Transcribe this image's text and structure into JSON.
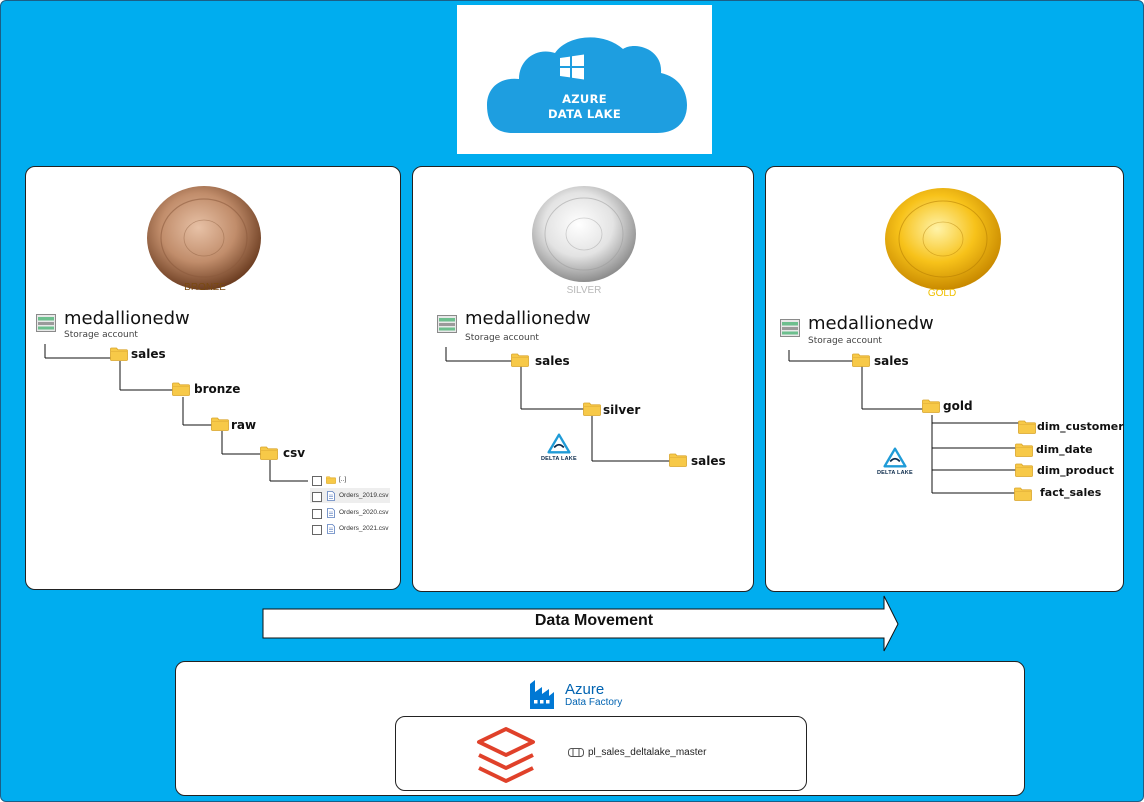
{
  "header": {
    "line1": "AZURE",
    "line2": "DATA LAKE"
  },
  "bronze": {
    "label": "BRONZE",
    "label_color": "#7a4a12",
    "storage_name": "medallionedw",
    "storage_type": "Storage account",
    "folders": {
      "sales": "sales",
      "bronze": "bronze",
      "raw": "raw",
      "csv": "csv"
    },
    "parent_entry": "[..]",
    "files": [
      "Orders_2019.csv",
      "Orders_2020.csv",
      "Orders_2021.csv"
    ]
  },
  "silver": {
    "label": "SILVER",
    "label_color": "#b8b8b8",
    "storage_name": "medallionedw",
    "storage_type": "Storage account",
    "folders": {
      "sales": "sales",
      "silver": "silver",
      "sales_child": "sales"
    },
    "delta_label": "DELTA LAKE"
  },
  "gold": {
    "label": "GOLD",
    "label_color": "#f0c000",
    "storage_name": "medallionedw",
    "storage_type": "Storage account",
    "folders": {
      "sales": "sales",
      "gold": "gold"
    },
    "tables": [
      "dim_customer",
      "dim_date",
      "dim_product",
      "fact_sales"
    ],
    "delta_label": "DELTA LAKE"
  },
  "flow": {
    "label": "Data Movement"
  },
  "factory": {
    "name": "Azure",
    "subtitle": "Data Factory",
    "pipeline": "pl_sales_deltalake_master"
  },
  "colors": {
    "background": "#00adef",
    "folder": "#f7c948",
    "databricks": "#e0412a",
    "delta": "#1f9bd7",
    "adf": "#0078d4"
  }
}
